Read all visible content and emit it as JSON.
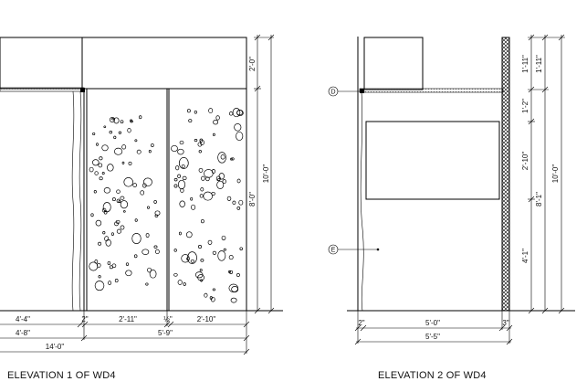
{
  "elevation1": {
    "title": "ELEVATION 1 OF WD4",
    "dims": {
      "row1": [
        "4'-4\"",
        "2\"",
        "2'-11\"",
        "½\"",
        "2'-10\""
      ],
      "row2": [
        "4'-8\"",
        "5'-9\""
      ],
      "row3": [
        "14'-0\""
      ],
      "vertical": [
        "2'-0\"",
        "8'-0\"",
        "10'-0\""
      ]
    }
  },
  "elevation2": {
    "title": "ELEVATION 2 OF WD4",
    "tags": [
      "D",
      "E"
    ],
    "dims": {
      "row1": [
        "2\"",
        "5'-0\"",
        "3\""
      ],
      "row2": [
        "5'-5\""
      ],
      "vertical_col1": [
        "1'-11\"",
        "1'-2\"",
        "2'-10\"",
        "4'-1\""
      ],
      "vertical_col2": [
        "1'-11\"",
        "8'-1\""
      ],
      "vertical_col3": [
        "10'-0\""
      ]
    }
  },
  "colors": {
    "line": "#000000",
    "background": "#ffffff"
  }
}
